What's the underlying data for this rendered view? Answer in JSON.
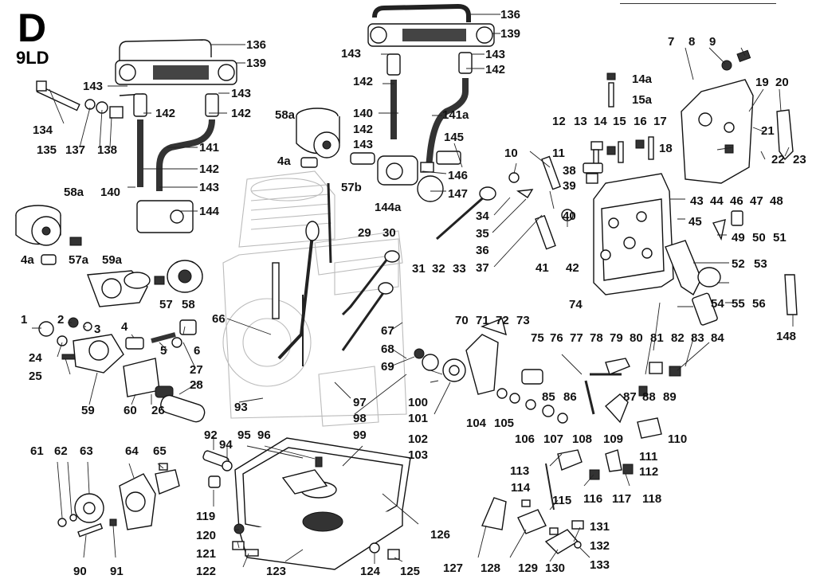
{
  "header": {
    "letter": "D",
    "model": "9LD"
  },
  "callouts": [
    {
      "id": "c136a",
      "text": "136"
    },
    {
      "id": "c139a",
      "text": "139"
    },
    {
      "id": "c143a",
      "text": "143"
    },
    {
      "id": "c143b",
      "text": "143"
    },
    {
      "id": "c142a",
      "text": "142"
    },
    {
      "id": "c142b",
      "text": "142"
    },
    {
      "id": "c134",
      "text": "134"
    },
    {
      "id": "c135",
      "text": "135"
    },
    {
      "id": "c137",
      "text": "137"
    },
    {
      "id": "c138",
      "text": "138"
    },
    {
      "id": "c141",
      "text": "141"
    },
    {
      "id": "c142c",
      "text": "142"
    },
    {
      "id": "c140a",
      "text": "140"
    },
    {
      "id": "c143c",
      "text": "143"
    },
    {
      "id": "c144",
      "text": "144"
    },
    {
      "id": "c58aL",
      "text": "58a"
    },
    {
      "id": "c4aL",
      "text": "4a"
    },
    {
      "id": "c57a",
      "text": "57a"
    },
    {
      "id": "c59a",
      "text": "59a"
    },
    {
      "id": "c57",
      "text": "57"
    },
    {
      "id": "c58",
      "text": "58"
    },
    {
      "id": "c1",
      "text": "1"
    },
    {
      "id": "c2",
      "text": "2"
    },
    {
      "id": "c3",
      "text": "3"
    },
    {
      "id": "c4",
      "text": "4"
    },
    {
      "id": "c24",
      "text": "24"
    },
    {
      "id": "c25",
      "text": "25"
    },
    {
      "id": "c5",
      "text": "5"
    },
    {
      "id": "c6",
      "text": "6"
    },
    {
      "id": "c27",
      "text": "27"
    },
    {
      "id": "c28",
      "text": "28"
    },
    {
      "id": "c59",
      "text": "59"
    },
    {
      "id": "c60",
      "text": "60"
    },
    {
      "id": "c26",
      "text": "26"
    },
    {
      "id": "c66",
      "text": "66"
    },
    {
      "id": "c93",
      "text": "93"
    },
    {
      "id": "c136b",
      "text": "136"
    },
    {
      "id": "c139b",
      "text": "139"
    },
    {
      "id": "c143d",
      "text": "143"
    },
    {
      "id": "c143e",
      "text": "143"
    },
    {
      "id": "c142d",
      "text": "142"
    },
    {
      "id": "c142e",
      "text": "142"
    },
    {
      "id": "c58aC",
      "text": "58a"
    },
    {
      "id": "c140b",
      "text": "140"
    },
    {
      "id": "c142f",
      "text": "142"
    },
    {
      "id": "c143f",
      "text": "143"
    },
    {
      "id": "c141a",
      "text": "141a"
    },
    {
      "id": "c145",
      "text": "145"
    },
    {
      "id": "c4aC",
      "text": "4a"
    },
    {
      "id": "c57b",
      "text": "57b"
    },
    {
      "id": "c146",
      "text": "146"
    },
    {
      "id": "c147",
      "text": "147"
    },
    {
      "id": "c144a",
      "text": "144a"
    },
    {
      "id": "c29",
      "text": "29"
    },
    {
      "id": "c30",
      "text": "30"
    },
    {
      "id": "c31",
      "text": "31"
    },
    {
      "id": "c32",
      "text": "32"
    },
    {
      "id": "c33",
      "text": "33"
    },
    {
      "id": "c36",
      "text": "36"
    },
    {
      "id": "c34",
      "text": "34"
    },
    {
      "id": "c35",
      "text": "35"
    },
    {
      "id": "c37",
      "text": "37"
    },
    {
      "id": "c10",
      "text": "10"
    },
    {
      "id": "c11",
      "text": "11"
    },
    {
      "id": "c41",
      "text": "41"
    },
    {
      "id": "c40",
      "text": "40"
    },
    {
      "id": "c12",
      "text": "12"
    },
    {
      "id": "c13",
      "text": "13"
    },
    {
      "id": "c14",
      "text": "14"
    },
    {
      "id": "c15",
      "text": "15"
    },
    {
      "id": "c16",
      "text": "16"
    },
    {
      "id": "c17",
      "text": "17"
    },
    {
      "id": "c14a",
      "text": "14a"
    },
    {
      "id": "c15a",
      "text": "15a"
    },
    {
      "id": "c38",
      "text": "38"
    },
    {
      "id": "c39",
      "text": "39"
    },
    {
      "id": "c7",
      "text": "7"
    },
    {
      "id": "c8",
      "text": "8"
    },
    {
      "id": "c9",
      "text": "9"
    },
    {
      "id": "c19",
      "text": "19"
    },
    {
      "id": "c20",
      "text": "20"
    },
    {
      "id": "c21",
      "text": "21"
    },
    {
      "id": "c18",
      "text": "18"
    },
    {
      "id": "c22",
      "text": "22"
    },
    {
      "id": "c23",
      "text": "23"
    },
    {
      "id": "c43",
      "text": "43"
    },
    {
      "id": "c44",
      "text": "44"
    },
    {
      "id": "c46",
      "text": "46"
    },
    {
      "id": "c47",
      "text": "47"
    },
    {
      "id": "c48",
      "text": "48"
    },
    {
      "id": "c45",
      "text": "45"
    },
    {
      "id": "c49",
      "text": "49"
    },
    {
      "id": "c50",
      "text": "50"
    },
    {
      "id": "c51",
      "text": "51"
    },
    {
      "id": "c42",
      "text": "42"
    },
    {
      "id": "c52",
      "text": "52"
    },
    {
      "id": "c53",
      "text": "53"
    },
    {
      "id": "c54",
      "text": "54"
    },
    {
      "id": "c55",
      "text": "55"
    },
    {
      "id": "c56",
      "text": "56"
    },
    {
      "id": "c74",
      "text": "74"
    },
    {
      "id": "c148",
      "text": "148"
    },
    {
      "id": "c67",
      "text": "67"
    },
    {
      "id": "c68",
      "text": "68"
    },
    {
      "id": "c69",
      "text": "69"
    },
    {
      "id": "c70",
      "text": "70"
    },
    {
      "id": "c71",
      "text": "71"
    },
    {
      "id": "c72",
      "text": "72"
    },
    {
      "id": "c73",
      "text": "73"
    },
    {
      "id": "c75",
      "text": "75"
    },
    {
      "id": "c76",
      "text": "76"
    },
    {
      "id": "c77",
      "text": "77"
    },
    {
      "id": "c78",
      "text": "78"
    },
    {
      "id": "c79",
      "text": "79"
    },
    {
      "id": "c80",
      "text": "80"
    },
    {
      "id": "c81",
      "text": "81"
    },
    {
      "id": "c82",
      "text": "82"
    },
    {
      "id": "c83",
      "text": "83"
    },
    {
      "id": "c84",
      "text": "84"
    },
    {
      "id": "c85",
      "text": "85"
    },
    {
      "id": "c86",
      "text": "86"
    },
    {
      "id": "c87",
      "text": "87"
    },
    {
      "id": "c88",
      "text": "88"
    },
    {
      "id": "c89",
      "text": "89"
    },
    {
      "id": "c97",
      "text": "97"
    },
    {
      "id": "c98",
      "text": "98"
    },
    {
      "id": "c100",
      "text": "100"
    },
    {
      "id": "c101",
      "text": "101"
    },
    {
      "id": "c102",
      "text": "102"
    },
    {
      "id": "c103",
      "text": "103"
    },
    {
      "id": "c104",
      "text": "104"
    },
    {
      "id": "c105",
      "text": "105"
    },
    {
      "id": "c106",
      "text": "106"
    },
    {
      "id": "c107",
      "text": "107"
    },
    {
      "id": "c108",
      "text": "108"
    },
    {
      "id": "c109",
      "text": "109"
    },
    {
      "id": "c110",
      "text": "110"
    },
    {
      "id": "c111",
      "text": "111"
    },
    {
      "id": "c112",
      "text": "112"
    },
    {
      "id": "c113",
      "text": "113"
    },
    {
      "id": "c114",
      "text": "114"
    },
    {
      "id": "c115",
      "text": "115"
    },
    {
      "id": "c116",
      "text": "116"
    },
    {
      "id": "c117",
      "text": "117"
    },
    {
      "id": "c118",
      "text": "118"
    },
    {
      "id": "c131",
      "text": "131"
    },
    {
      "id": "c132",
      "text": "132"
    },
    {
      "id": "c133",
      "text": "133"
    },
    {
      "id": "c130",
      "text": "130"
    },
    {
      "id": "c129",
      "text": "129"
    },
    {
      "id": "c128",
      "text": "128"
    },
    {
      "id": "c127",
      "text": "127"
    },
    {
      "id": "c126",
      "text": "126"
    },
    {
      "id": "c92",
      "text": "92"
    },
    {
      "id": "c94",
      "text": "94"
    },
    {
      "id": "c95",
      "text": "95"
    },
    {
      "id": "c96",
      "text": "96"
    },
    {
      "id": "c99",
      "text": "99"
    },
    {
      "id": "c61",
      "text": "61"
    },
    {
      "id": "c62",
      "text": "62"
    },
    {
      "id": "c63",
      "text": "63"
    },
    {
      "id": "c64",
      "text": "64"
    },
    {
      "id": "c65",
      "text": "65"
    },
    {
      "id": "c119",
      "text": "119"
    },
    {
      "id": "c120",
      "text": "120"
    },
    {
      "id": "c121",
      "text": "121"
    },
    {
      "id": "c122",
      "text": "122"
    },
    {
      "id": "c123",
      "text": "123"
    },
    {
      "id": "c124",
      "text": "124"
    },
    {
      "id": "c125",
      "text": "125"
    },
    {
      "id": "c90",
      "text": "90"
    },
    {
      "id": "c91",
      "text": "91"
    }
  ]
}
